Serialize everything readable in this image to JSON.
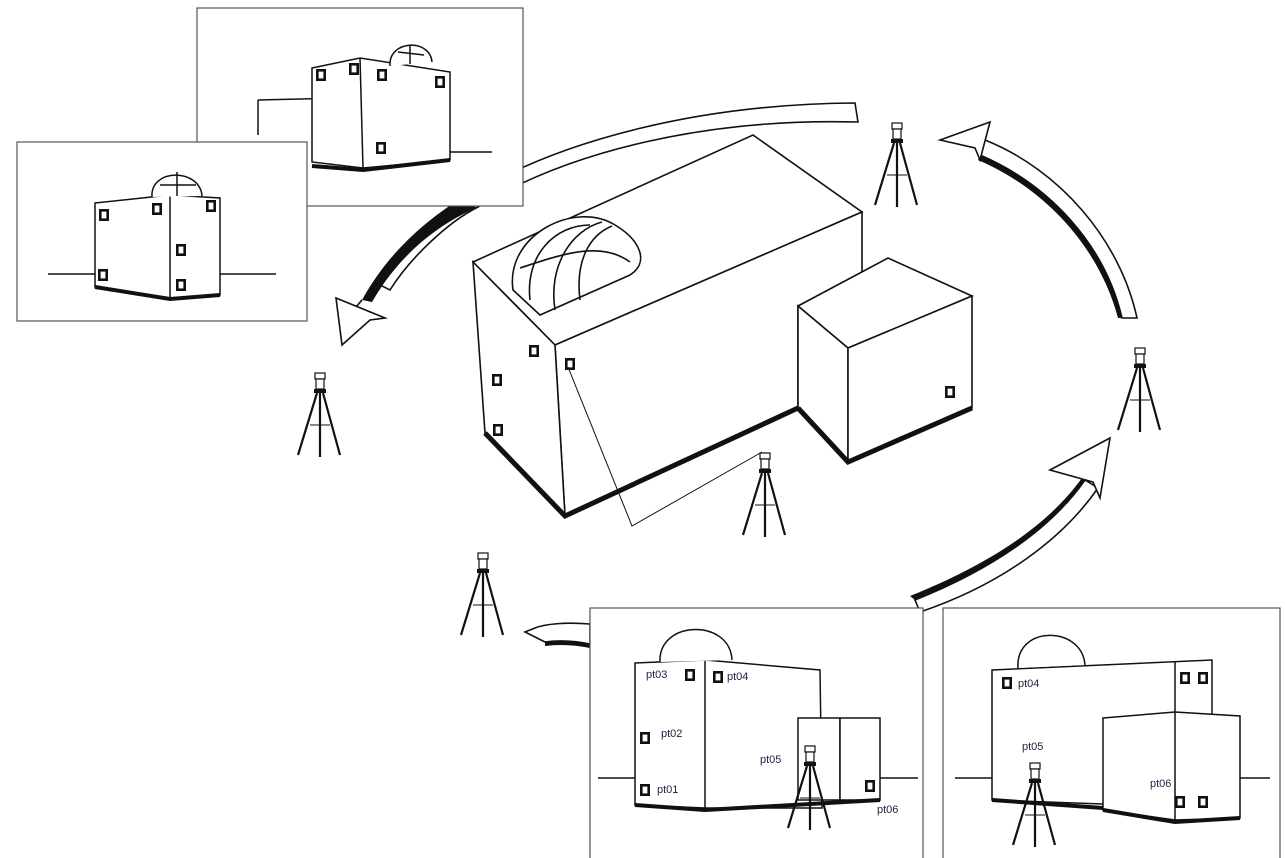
{
  "labels": {
    "pt03": "pt03",
    "pt04": "pt04",
    "pt02": "pt02",
    "pt01": "pt01",
    "pt05": "pt05",
    "pt06": "pt06"
  },
  "colors": {
    "stroke": "#111111",
    "background": "#ffffff",
    "label_text": "#222244",
    "panel_border": "#555555"
  },
  "icons": [
    "tripod-total-station-icon",
    "curved-arrow-icon",
    "building-with-dome-icon",
    "target-marker-icon"
  ]
}
